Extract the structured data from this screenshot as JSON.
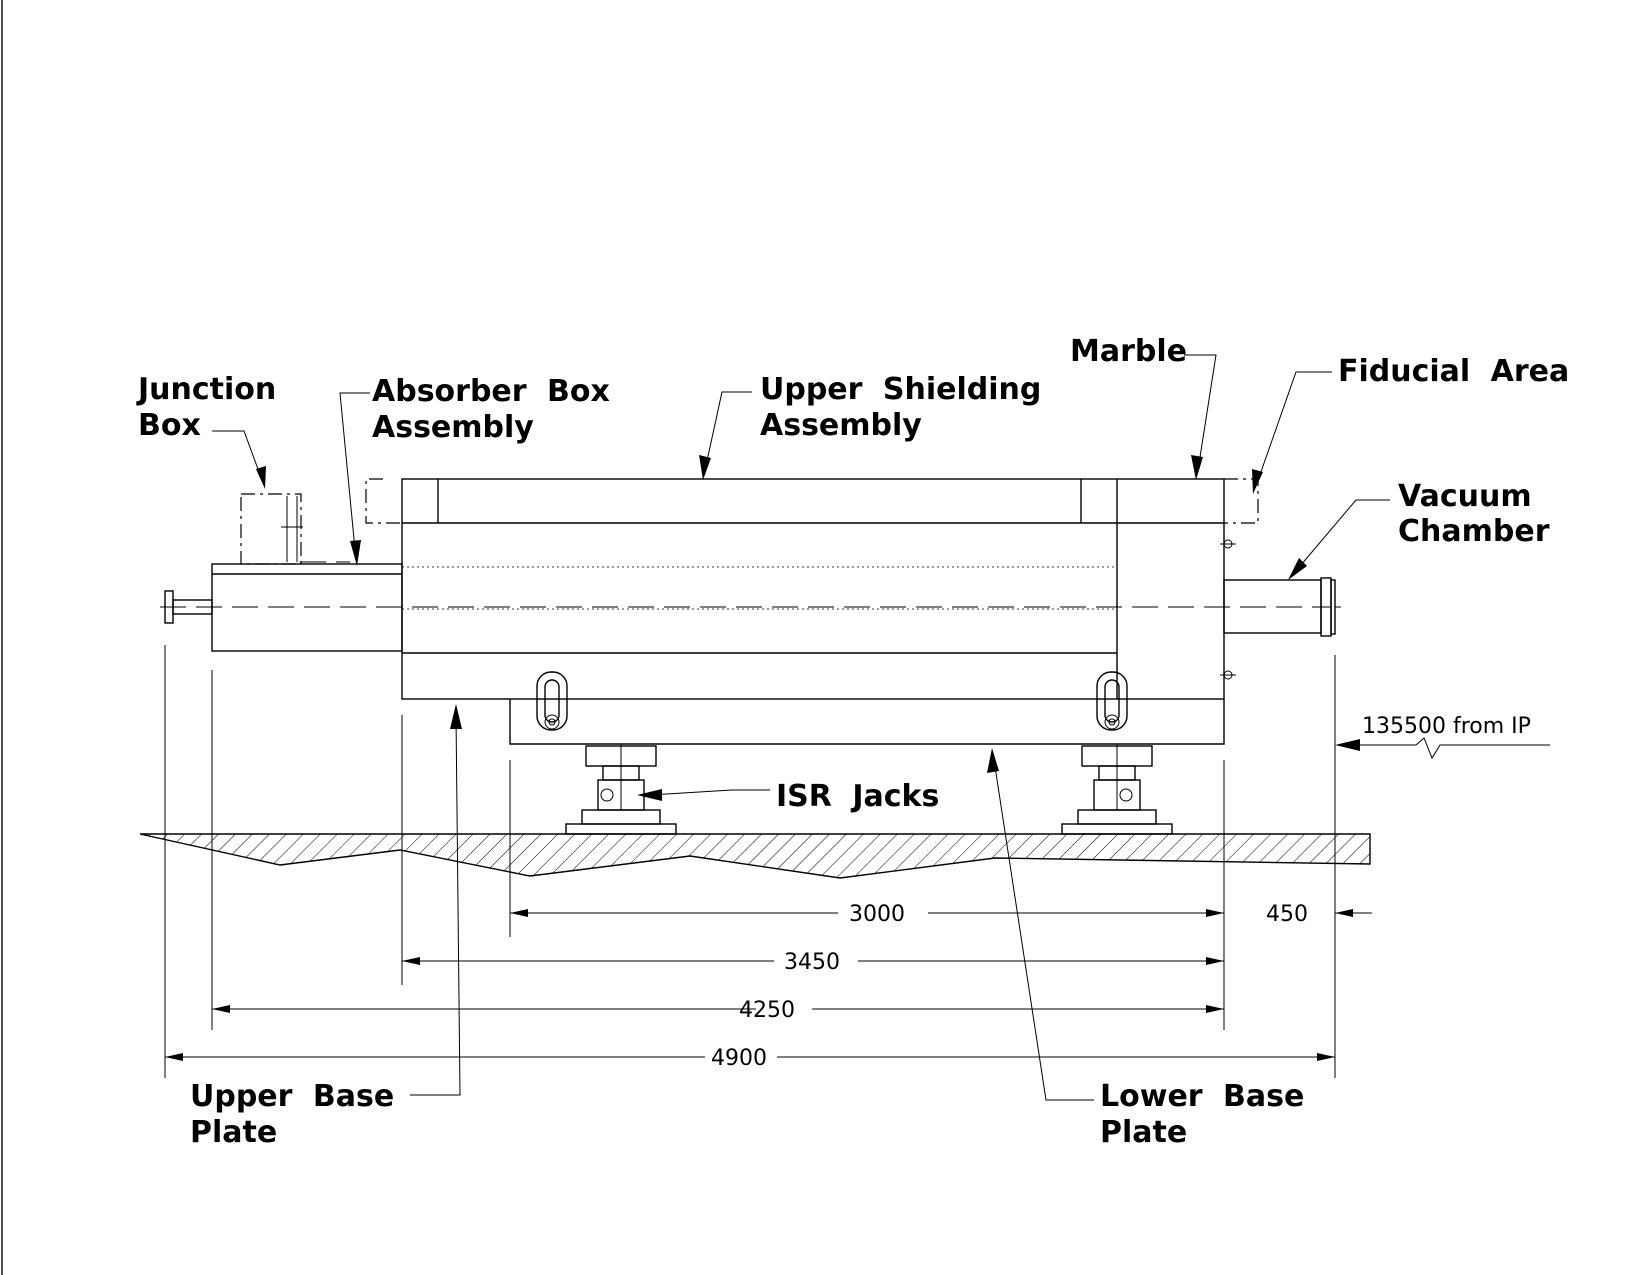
{
  "labels": {
    "junction_box": [
      "Junction",
      "Box"
    ],
    "absorber_box": [
      "Absorber Box",
      "Assembly"
    ],
    "upper_shielding": [
      "Upper Shielding",
      "Assembly"
    ],
    "marble": "Marble",
    "fiducial_area": "Fiducial Area",
    "vacuum_chamber": [
      "Vacuum",
      "Chamber"
    ],
    "isr_jacks": "ISR Jacks",
    "upper_base_plate": [
      "Upper Base",
      "Plate"
    ],
    "lower_base_plate": [
      "Lower Base",
      "Plate"
    ],
    "distance_from_ip": "135500 from IP"
  },
  "dimensions": {
    "d3000": "3000",
    "d450": "450",
    "d3450": "3450",
    "d4250": "4250",
    "d4900": "4900"
  }
}
